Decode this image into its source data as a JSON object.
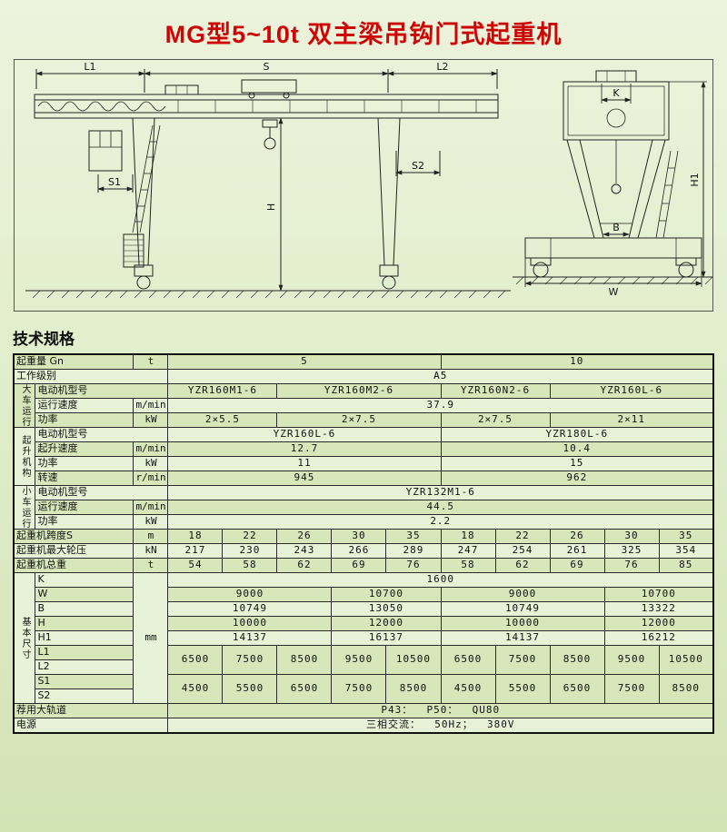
{
  "page": {
    "title": "MG型5~10t 双主梁吊钩门式起重机",
    "section_heading": "技术规格"
  },
  "drawing": {
    "labels": {
      "L1": "L1",
      "S": "S",
      "L2": "L2",
      "S1": "S1",
      "S2": "S2",
      "H": "H",
      "K": "K",
      "B": "B",
      "W": "W",
      "H1": "H1"
    }
  },
  "table": {
    "rows": [
      {
        "c": [
          {
            "t": "起重量 Gn",
            "cs": 2,
            "k": "l"
          },
          {
            "t": "t",
            "k": "u"
          },
          {
            "t": "5",
            "cs": 5
          },
          {
            "t": "10",
            "cs": 5
          }
        ]
      },
      {
        "c": [
          {
            "t": "工作级别",
            "cs": 3,
            "k": "l"
          },
          {
            "t": "A5",
            "cs": 10
          }
        ]
      },
      {
        "g": {
          "t": "大车运行机构",
          "rs": 3
        },
        "c": [
          {
            "t": "电动机型号",
            "cs": 2,
            "k": "l"
          },
          {
            "t": "YZR160M1-6",
            "cs": 2
          },
          {
            "t": "YZR160M2-6",
            "cs": 3
          },
          {
            "t": "YZR160N2-6",
            "cs": 2
          },
          {
            "t": "YZR160L-6",
            "cs": 3
          }
        ]
      },
      {
        "c": [
          {
            "t": "运行速度",
            "k": "l"
          },
          {
            "t": "m/min",
            "k": "u"
          },
          {
            "t": "37.9",
            "cs": 10
          }
        ]
      },
      {
        "c": [
          {
            "t": "功率",
            "k": "l"
          },
          {
            "t": "kW",
            "k": "u"
          },
          {
            "t": "2×5.5",
            "cs": 2
          },
          {
            "t": "2×7.5",
            "cs": 3
          },
          {
            "t": "2×7.5",
            "cs": 2
          },
          {
            "t": "2×11",
            "cs": 3
          }
        ]
      },
      {
        "g": {
          "t": "起升机构",
          "rs": 4
        },
        "c": [
          {
            "t": "电动机型号",
            "cs": 2,
            "k": "l"
          },
          {
            "t": "YZR160L-6",
            "cs": 5
          },
          {
            "t": "YZR180L-6",
            "cs": 5
          }
        ]
      },
      {
        "c": [
          {
            "t": "起升速度",
            "k": "l"
          },
          {
            "t": "m/min",
            "k": "u"
          },
          {
            "t": "12.7",
            "cs": 5
          },
          {
            "t": "10.4",
            "cs": 5
          }
        ]
      },
      {
        "c": [
          {
            "t": "功率",
            "k": "l"
          },
          {
            "t": "kW",
            "k": "u"
          },
          {
            "t": "11",
            "cs": 5
          },
          {
            "t": "15",
            "cs": 5
          }
        ]
      },
      {
        "c": [
          {
            "t": "转速",
            "k": "l"
          },
          {
            "t": "r/min",
            "k": "u"
          },
          {
            "t": "945",
            "cs": 5
          },
          {
            "t": "962",
            "cs": 5
          }
        ]
      },
      {
        "g": {
          "t": "小车运行机构",
          "rs": 3
        },
        "c": [
          {
            "t": "电动机型号",
            "cs": 2,
            "k": "l"
          },
          {
            "t": "YZR132M1-6",
            "cs": 10
          }
        ]
      },
      {
        "c": [
          {
            "t": "运行速度",
            "k": "l"
          },
          {
            "t": "m/min",
            "k": "u"
          },
          {
            "t": "44.5",
            "cs": 10
          }
        ]
      },
      {
        "c": [
          {
            "t": "功率",
            "k": "l"
          },
          {
            "t": "kW",
            "k": "u"
          },
          {
            "t": "2.2",
            "cs": 10
          }
        ]
      },
      {
        "c": [
          {
            "t": "起重机跨度S",
            "cs": 2,
            "k": "l"
          },
          {
            "t": "m",
            "k": "u"
          },
          {
            "t": "18"
          },
          {
            "t": "22"
          },
          {
            "t": "26"
          },
          {
            "t": "30"
          },
          {
            "t": "35"
          },
          {
            "t": "18"
          },
          {
            "t": "22"
          },
          {
            "t": "26"
          },
          {
            "t": "30"
          },
          {
            "t": "35"
          }
        ]
      },
      {
        "c": [
          {
            "t": "起重机最大轮压",
            "cs": 2,
            "k": "l"
          },
          {
            "t": "kN",
            "k": "u"
          },
          {
            "t": "217"
          },
          {
            "t": "230"
          },
          {
            "t": "243"
          },
          {
            "t": "266"
          },
          {
            "t": "289"
          },
          {
            "t": "247"
          },
          {
            "t": "254"
          },
          {
            "t": "261"
          },
          {
            "t": "325"
          },
          {
            "t": "354"
          }
        ]
      },
      {
        "c": [
          {
            "t": "起重机总重",
            "cs": 2,
            "k": "l"
          },
          {
            "t": "t",
            "k": "u"
          },
          {
            "t": "54"
          },
          {
            "t": "58"
          },
          {
            "t": "62"
          },
          {
            "t": "69"
          },
          {
            "t": "76"
          },
          {
            "t": "58"
          },
          {
            "t": "62"
          },
          {
            "t": "69"
          },
          {
            "t": "76"
          },
          {
            "t": "85"
          }
        ]
      },
      {
        "g": {
          "t": "基本尺寸",
          "rs": 9
        },
        "c": [
          {
            "t": "K",
            "k": "l"
          },
          {
            "t": "mm",
            "rs": 9,
            "k": "u"
          },
          {
            "t": "1600",
            "cs": 10
          }
        ]
      },
      {
        "c": [
          {
            "t": "W",
            "k": "l"
          },
          {
            "t": "9000",
            "cs": 3
          },
          {
            "t": "10700",
            "cs": 2
          },
          {
            "t": "9000",
            "cs": 3
          },
          {
            "t": "10700",
            "cs": 2
          }
        ]
      },
      {
        "c": [
          {
            "t": "B",
            "k": "l"
          },
          {
            "t": "10749",
            "cs": 3
          },
          {
            "t": "13050",
            "cs": 2
          },
          {
            "t": "10749",
            "cs": 3
          },
          {
            "t": "13322",
            "cs": 2
          }
        ]
      },
      {
        "c": [
          {
            "t": "H",
            "k": "l"
          },
          {
            "t": "10000",
            "cs": 3
          },
          {
            "t": "12000",
            "cs": 2
          },
          {
            "t": "10000",
            "cs": 3
          },
          {
            "t": "12000",
            "cs": 2
          }
        ]
      },
      {
        "c": [
          {
            "t": "H1",
            "k": "l"
          },
          {
            "t": "14137",
            "cs": 3
          },
          {
            "t": "16137",
            "cs": 2
          },
          {
            "t": "14137",
            "cs": 3
          },
          {
            "t": "16212",
            "cs": 2
          }
        ]
      },
      {
        "c": [
          {
            "t": "L1",
            "k": "l"
          },
          {
            "t": "6500",
            "rs": 2
          },
          {
            "t": "7500",
            "rs": 2
          },
          {
            "t": "8500",
            "rs": 2
          },
          {
            "t": "9500",
            "rs": 2
          },
          {
            "t": "10500",
            "rs": 2
          },
          {
            "t": "6500",
            "rs": 2
          },
          {
            "t": "7500",
            "rs": 2
          },
          {
            "t": "8500",
            "rs": 2
          },
          {
            "t": "9500",
            "rs": 2
          },
          {
            "t": "10500",
            "rs": 2
          }
        ]
      },
      {
        "c": [
          {
            "t": "L2",
            "k": "l"
          }
        ]
      },
      {
        "c": [
          {
            "t": "S1",
            "k": "l"
          },
          {
            "t": "4500",
            "rs": 2
          },
          {
            "t": "5500",
            "rs": 2
          },
          {
            "t": "6500",
            "rs": 2
          },
          {
            "t": "7500",
            "rs": 2
          },
          {
            "t": "8500",
            "rs": 2
          },
          {
            "t": "4500",
            "rs": 2
          },
          {
            "t": "5500",
            "rs": 2
          },
          {
            "t": "6500",
            "rs": 2
          },
          {
            "t": "7500",
            "rs": 2
          },
          {
            "t": "8500",
            "rs": 2
          }
        ]
      },
      {
        "c": [
          {
            "t": "S2",
            "k": "l"
          }
        ]
      },
      {
        "c": [
          {
            "t": "荐用大轨道",
            "cs": 3,
            "k": "l"
          },
          {
            "t": "P43：  P50：  QU80",
            "cs": 10
          }
        ]
      },
      {
        "c": [
          {
            "t": "电源",
            "cs": 3,
            "k": "l"
          },
          {
            "t": "三相交流：  50Hz；  380V",
            "cs": 10
          }
        ]
      }
    ]
  }
}
